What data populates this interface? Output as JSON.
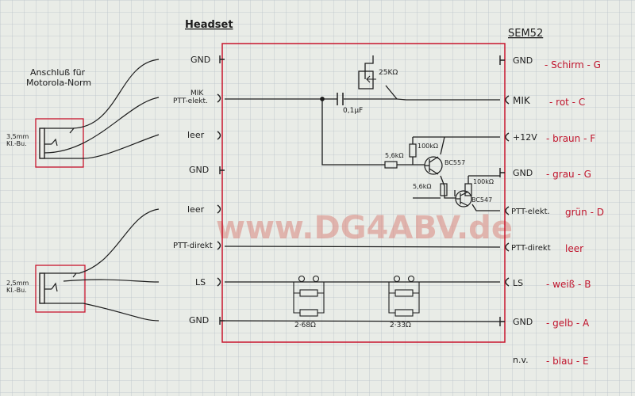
{
  "title_headset": "Headset",
  "title_sem": "SEM52",
  "motorola_note": [
    "Anschluß für",
    "Motorola-Norm"
  ],
  "jack_large": [
    "3,5mm",
    "Kl.-Bu."
  ],
  "jack_small": [
    "2,5mm",
    "Kl.-Bu."
  ],
  "watermark": "www.DG4ABV.de",
  "headset_pins": [
    {
      "id": "gnd1",
      "label": "GND"
    },
    {
      "id": "mik",
      "label": "MIK",
      "label2": "PTT-elekt."
    },
    {
      "id": "leer1",
      "label": "leer"
    },
    {
      "id": "gnd2",
      "label": "GND"
    },
    {
      "id": "leer2",
      "label": "leer"
    },
    {
      "id": "ptt-direkt",
      "label": "PTT-direkt"
    },
    {
      "id": "ls",
      "label": "LS"
    },
    {
      "id": "gnd3",
      "label": "GND"
    }
  ],
  "sem_pins": [
    {
      "id": "gnd-schirm",
      "label": "GND",
      "wire": "- Schirm - G"
    },
    {
      "id": "mik",
      "label": "MIK",
      "wire": "- rot - C"
    },
    {
      "id": "plus12v",
      "label": "+12V",
      "wire": "- braun - F"
    },
    {
      "id": "gnd-grau",
      "label": "GND",
      "wire": "- grau - G"
    },
    {
      "id": "ptt-elekt",
      "label": "PTT-elekt.",
      "wire": "grün - D"
    },
    {
      "id": "ptt-direkt",
      "label": "PTT-direkt",
      "wire": "leer"
    },
    {
      "id": "ls",
      "label": "LS",
      "wire": "- weiß - B"
    },
    {
      "id": "gnd-gelb",
      "label": "GND",
      "wire": "- gelb - A"
    },
    {
      "id": "nv",
      "label": "n.v.",
      "wire": "- blau - E"
    }
  ],
  "components": {
    "pot": "25KΩ",
    "cap": "0,1μF",
    "r_base_pnp": "5,6kΩ",
    "r_pull_pnp": "100kΩ",
    "t_pnp": "BC557",
    "r_base_npn": "5,6kΩ",
    "r_pull_npn": "100kΩ",
    "t_npn": "BC547",
    "res_pair1": "2·68Ω",
    "res_pair2": "2·33Ω"
  }
}
